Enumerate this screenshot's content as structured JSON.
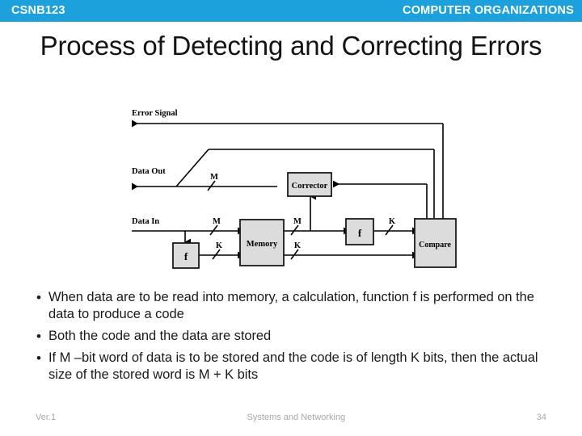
{
  "header": {
    "course_code": "CSNB123",
    "course_title": "COMPUTER ORGANIZATIONS",
    "bar_color": "#1CA1DD",
    "text_color": "#FFFFFF"
  },
  "slide": {
    "title": "Process of Detecting and Correcting Errors"
  },
  "diagram": {
    "labels": {
      "error_signal": "Error Signal",
      "data_out": "Data Out",
      "data_in": "Data In",
      "corrector": "Corrector",
      "memory": "Memory",
      "compare": "Compare",
      "f_in": "f",
      "f_out": "f",
      "m_data_out": "M",
      "m_data_in": "M",
      "m_mem_out": "M",
      "k_f_in": "K",
      "k_mem_out": "K",
      "k_f_out": "K"
    },
    "box_fill": "#DCDCDC",
    "box_stroke": "#1A1A1A",
    "line_color": "#000000"
  },
  "bullets": [
    {
      "marker": "•",
      "text": "When data are to be read into memory, a calculation, function f is performed on the data to produce a code"
    },
    {
      "marker": "•",
      "text": "Both the code and the data are stored"
    },
    {
      "marker": "•",
      "text": "If  M –bit word of data is to be stored and the code is of length K bits, then the actual size of the stored word is M + K bits"
    }
  ],
  "footer": {
    "version": "Ver.1",
    "subject": "Systems and Networking",
    "page_number": "34"
  }
}
